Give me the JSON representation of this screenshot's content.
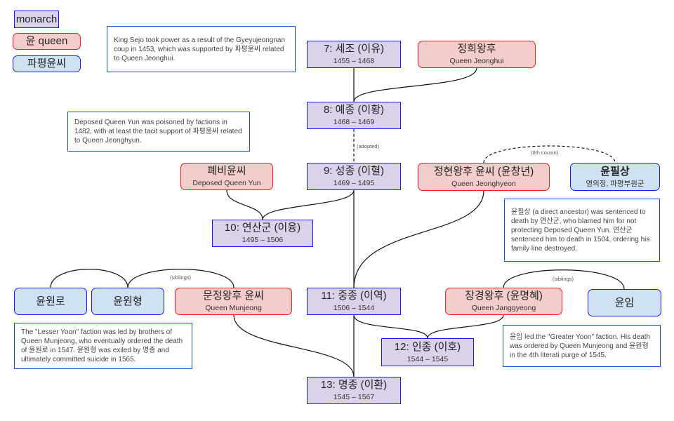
{
  "legend": {
    "monarch": "monarch",
    "queen": "윤 queen",
    "clan": "파평윤씨"
  },
  "notes": [
    "King Sejo took power as a result of the Gyeyujeongnan coup in 1453, which was supported by 파평윤씨 related to Queen Jeonghui.",
    "Deposed Queen Yun was poisoned by factions in 1482, with at least the tacit support of 파평윤씨 related to Queen Jeonghyun.",
    "윤필상 (a direct ancestor) was sentenced to death by 연산군, who blamed him for not protecting Deposed Queen Yun. 연산군 sentenced him to death in 1504, ordering his family line destroyed.",
    "The \"Lesser Yoon\" faction was led by brothers of Queen Munjeong, who eventually ordered the death of 윤원로 in 1547. 윤원형 was exiled by 명종 and ultimately committed suicide in 1565.",
    "윤임 led the \"Greater Yoon\" faction. His death was ordered by Queen Munjeong and 윤원형 in the 4th literati purge of 1545."
  ],
  "monarchs": {
    "sejo": {
      "name": "7: 세조 (이유)",
      "reign": "1455 – 1468"
    },
    "yejong": {
      "name": "8: 예종 (이황)",
      "reign": "1468 – 1469"
    },
    "seongjong": {
      "name": "9: 성종 (이혈)",
      "reign": "1469 –  1495"
    },
    "yeonsangun": {
      "name": "10: 연산군 (이융)",
      "reign": "1495 – 1506"
    },
    "jungjong": {
      "name": "11: 중종 (이역)",
      "reign": "1506 – 1544"
    },
    "injong": {
      "name": "12: 인종 (이호)",
      "reign": "1544 – 1545"
    },
    "myeongjong": {
      "name": "13: 명종 (이환)",
      "reign": "1545 – 1567"
    }
  },
  "queens": {
    "jeonghui": {
      "name": "정희왕후",
      "en": "Queen Jeonghui"
    },
    "deposed": {
      "name": "폐비윤씨",
      "en": "Deposed Queen Yun"
    },
    "jeonghyeon": {
      "name": "정현왕후 윤씨 (윤창년)",
      "en": "Queen Jeonghyeon"
    },
    "munjeong": {
      "name": "문정왕후 윤씨",
      "en": "Queen Munjeong"
    },
    "janggyeong": {
      "name": "장경왕후 (윤명혜)",
      "en": "Queen Janggyeong"
    }
  },
  "clan": {
    "yunpilsang": {
      "name": "윤필상",
      "title": "영의정, 파평부원군"
    },
    "yunwonro": {
      "name": "윤원로"
    },
    "yunwonhyeong": {
      "name": "윤원형"
    },
    "yunim": {
      "name": "윤임"
    }
  },
  "labels": {
    "adopted": "(adopted)",
    "cousin": "(6th cousin)",
    "siblings1": "(siblings)",
    "siblings2": "(siblings)"
  }
}
